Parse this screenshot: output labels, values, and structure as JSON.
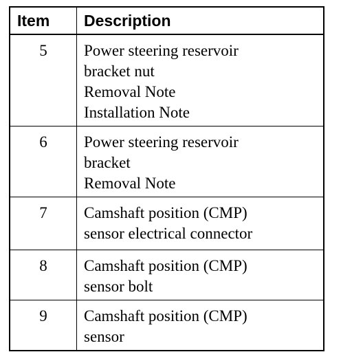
{
  "table": {
    "headers": {
      "item": "Item",
      "description": "Description"
    },
    "rows": [
      {
        "item": "5",
        "lines": [
          "Power steering reservoir",
          "bracket nut",
          "Removal Note",
          "Installation Note"
        ]
      },
      {
        "item": "6",
        "lines": [
          "Power steering reservoir",
          "bracket",
          "Removal Note"
        ]
      },
      {
        "item": "7",
        "lines": [
          "Camshaft position (CMP)",
          "sensor electrical connector"
        ]
      },
      {
        "item": "8",
        "lines": [
          "Camshaft position (CMP)",
          "sensor bolt"
        ]
      },
      {
        "item": "9",
        "lines": [
          "Camshaft position (CMP)",
          "sensor"
        ]
      }
    ]
  }
}
